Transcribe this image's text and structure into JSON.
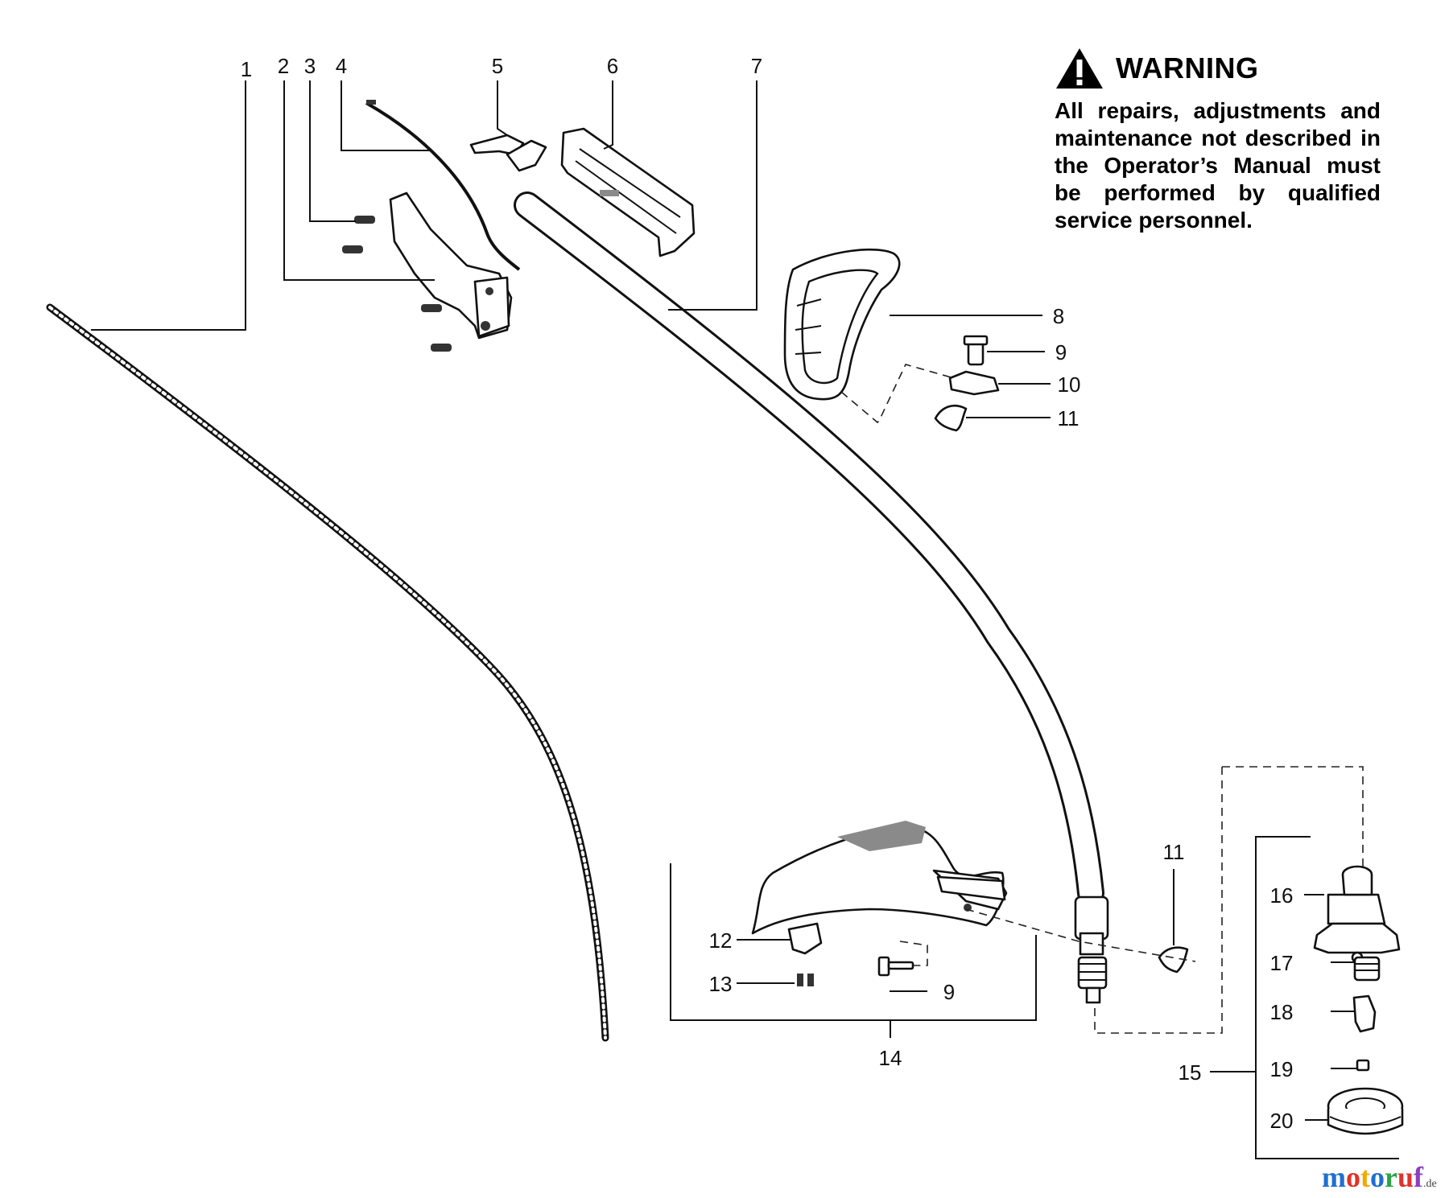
{
  "warning": {
    "title": "WARNING",
    "text": "All repairs, adjustments and maintenance not described in the Operator’s Manual must be performed by qualified service personnel."
  },
  "callouts": [
    "1",
    "2",
    "3",
    "4",
    "5",
    "6",
    "7",
    "8",
    "9",
    "10",
    "11",
    "11",
    "12",
    "13",
    "9",
    "14",
    "15",
    "16",
    "17",
    "18",
    "19",
    "20"
  ],
  "icons": {
    "warning": "warning-triangle-icon"
  },
  "watermark": {
    "name": "motoruf",
    "tld": ".de",
    "colors": [
      "#1f6fd1",
      "#e0322b",
      "#f2a900",
      "#1f6fd1",
      "#2aa34a",
      "#e0322b",
      "#8b3fbf"
    ]
  }
}
